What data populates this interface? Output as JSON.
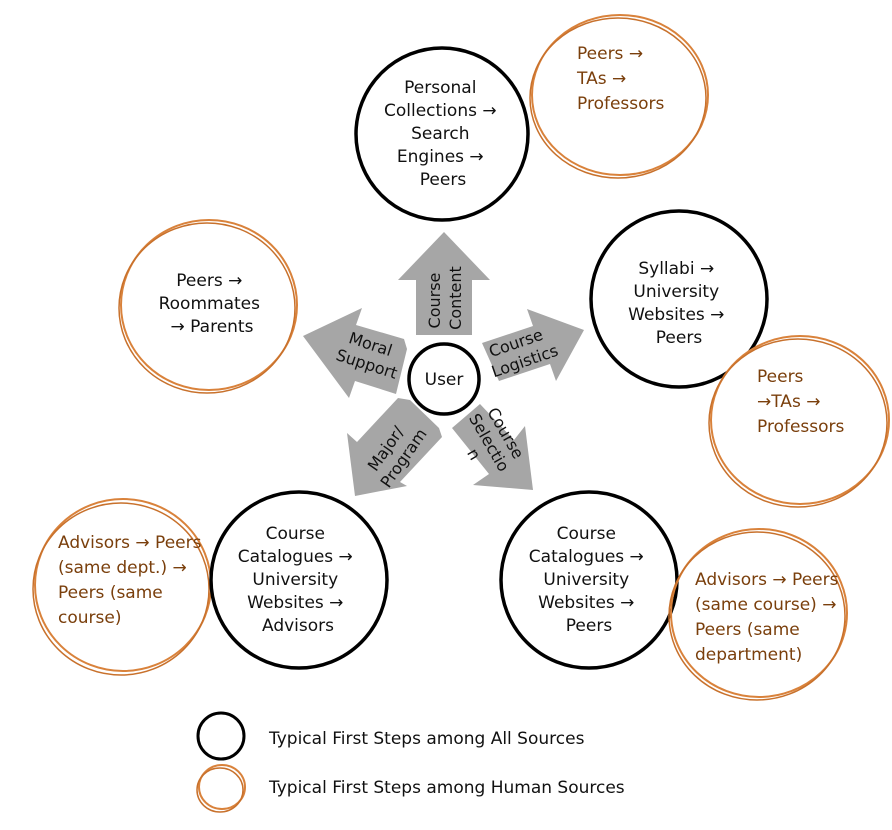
{
  "colors": {
    "black_ring": "#000000",
    "orange_ring": "#d9823b",
    "orange_text": "#7a3f0c",
    "arrow_fill": "#a6a6a6"
  },
  "center": {
    "label": "User"
  },
  "arrows": {
    "course_content": [
      "Course",
      "Content"
    ],
    "course_logistics": [
      "Course",
      "Logistics"
    ],
    "course_selection": [
      "Course",
      "Selectio",
      "n"
    ],
    "major_program": [
      "Major/",
      "Program"
    ],
    "moral_support": [
      "Moral",
      "Support"
    ]
  },
  "nodes": {
    "content_all": [
      "Personal",
      "Collections →",
      "Search",
      "Engines →",
      "Peers"
    ],
    "content_human": [
      "Peers →",
      "TAs →",
      "Professors"
    ],
    "logistics_all": [
      "Syllabi →",
      "University",
      "Websites →",
      "Peers"
    ],
    "logistics_human": [
      "Peers",
      "→TAs →",
      "Professors"
    ],
    "selection_all": [
      "Course",
      "Catalogues →",
      "University",
      "Websites →",
      "Peers"
    ],
    "selection_human": [
      "Advisors → Peers",
      "(same course) →",
      "Peers (same",
      "department)"
    ],
    "major_all": [
      "Course",
      "Catalogues →",
      "University",
      "Websites →",
      "Advisors"
    ],
    "major_human": [
      "Advisors → Peers",
      "(same dept.) →",
      "Peers (same",
      "course)"
    ],
    "moral_human": [
      "Peers →",
      "Roommates",
      "→ Parents"
    ]
  },
  "legend": {
    "all_sources": "Typical First Steps among All Sources",
    "human_sources": "Typical First Steps among Human Sources"
  }
}
